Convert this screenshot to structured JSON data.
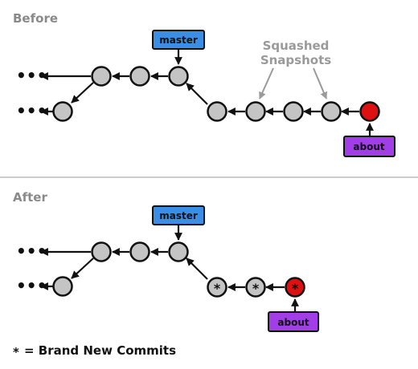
{
  "colors": {
    "commit_fill": "#c4c4c4",
    "commit_new_head_fill": "#dd1111",
    "outline": "#111111",
    "master_branch_fill": "#3a8ee6",
    "about_branch_fill": "#a23ee8",
    "annotation_gray": "#9a9a9a",
    "title_gray": "#8a8a8a",
    "divider": "#bbbbbb"
  },
  "before": {
    "title": "Before",
    "master_label": "master",
    "about_label": "about",
    "annotation_line1": "Squashed",
    "annotation_line2": "Snapshots",
    "history_indicator": "•••"
  },
  "after": {
    "title": "After",
    "master_label": "master",
    "about_label": "about",
    "history_indicator": "•••",
    "new_commit_marker": "*"
  },
  "legend": {
    "symbol": "*",
    "text": "= Brand New Commits"
  }
}
